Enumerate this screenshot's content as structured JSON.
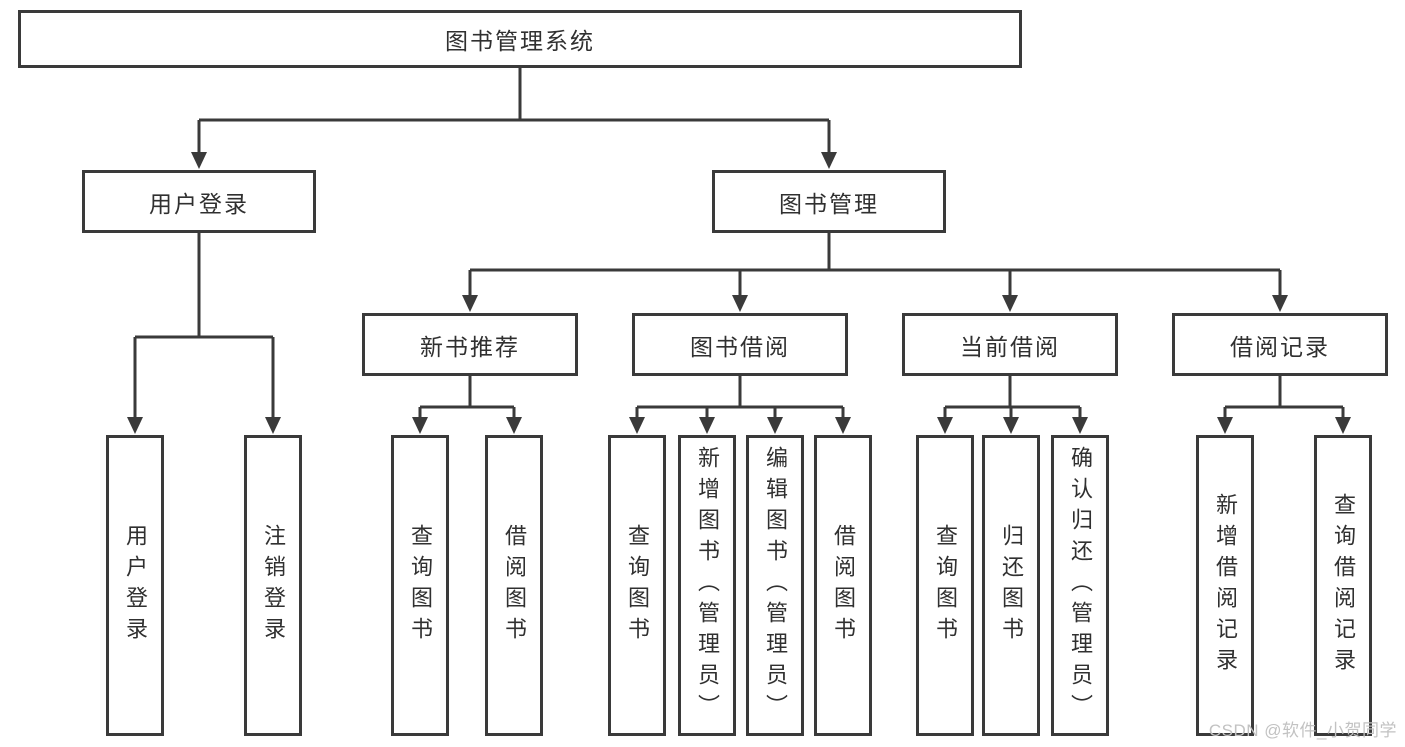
{
  "diagram": {
    "root": {
      "label": "图书管理系统"
    },
    "level1": [
      {
        "label": "用户登录",
        "children": [
          {
            "label": "用户登录"
          },
          {
            "label": "注销登录"
          }
        ]
      },
      {
        "label": "图书管理",
        "children": [
          {
            "label": "新书推荐",
            "children": [
              {
                "label": "查询图书"
              },
              {
                "label": "借阅图书"
              }
            ]
          },
          {
            "label": "图书借阅",
            "children": [
              {
                "label": "查询图书"
              },
              {
                "label": "新增图书（管理员）"
              },
              {
                "label": "编辑图书（管理员）"
              },
              {
                "label": "借阅图书"
              }
            ]
          },
          {
            "label": "当前借阅",
            "children": [
              {
                "label": "查询图书"
              },
              {
                "label": "归还图书"
              },
              {
                "label": "确认归还（管理员）"
              }
            ]
          },
          {
            "label": "借阅记录",
            "children": [
              {
                "label": "新增借阅记录"
              },
              {
                "label": "查询借阅记录"
              }
            ]
          }
        ]
      }
    ]
  },
  "watermark": "CSDN @软件_小贺同学",
  "colors": {
    "line": "#3a3a3a",
    "box_border": "#3a3a3a",
    "box_fill": "#ffffff",
    "text": "#303030",
    "watermark": "#c2c2c2",
    "background": "#ffffff"
  }
}
